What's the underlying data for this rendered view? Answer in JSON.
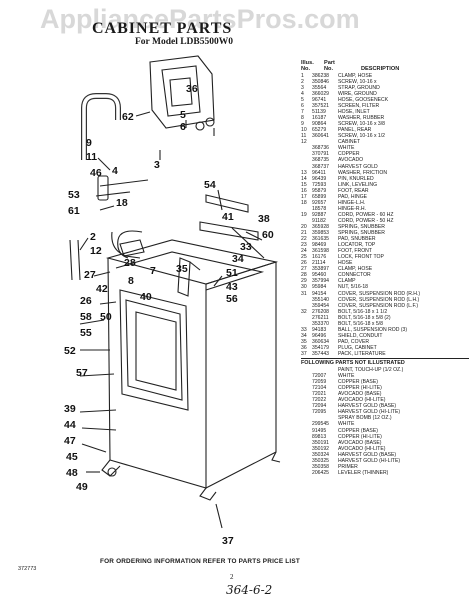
{
  "watermark": "AppliancePartsPros.com",
  "title": "CABINET PARTS",
  "subtitle": "For Model LDB5500W0",
  "table": {
    "header_illus": "Illus.",
    "header_no": "No.",
    "header_part": "Part",
    "header_partno": "No.",
    "header_desc": "DESCRIPTION",
    "rows": [
      [
        "1",
        "386238",
        "CLAMP, HOSE"
      ],
      [
        "2",
        "350846",
        "SCREW, 10-16 x"
      ],
      [
        "3",
        "35564",
        "STRAP, GROUND"
      ],
      [
        "4",
        "366029",
        "WIRE, GROUND"
      ],
      [
        "5",
        "96741",
        "HOSE, GOOSENECK"
      ],
      [
        "6",
        "357521",
        "SCREEN, FILTER"
      ],
      [
        "7",
        "51139",
        "HOSE, INLET"
      ],
      [
        "8",
        "16187",
        "WASHER, RUBBER"
      ],
      [
        "9",
        "90864",
        "SCREW, 10-16 x 3/8"
      ],
      [
        "10",
        "65279",
        "PANEL, REAR"
      ],
      [
        "11",
        "360641",
        "SCREW, 10-16 x 1/2"
      ],
      [
        "12",
        "",
        "CABINET"
      ],
      [
        "",
        "368736",
        "WHITE"
      ],
      [
        "",
        "370791",
        "COPPER"
      ],
      [
        "",
        "368735",
        "AVOCADO"
      ],
      [
        "",
        "368737",
        "HARVEST GOLD"
      ],
      [
        "13",
        "96411",
        "WASHER, FRICTION"
      ],
      [
        "14",
        "96439",
        "PIN, KNURLED"
      ],
      [
        "15",
        "72593",
        "LINK, LEVELING"
      ],
      [
        "16",
        "95879",
        "FOOT, REAR"
      ],
      [
        "17",
        "65899",
        "PAD, HINGE"
      ],
      [
        "18",
        "92657",
        "HINGE-L.H."
      ],
      [
        "",
        "18578",
        "HINGE-R.H."
      ],
      [
        "19",
        "92887",
        "CORD, POWER - 60 HZ"
      ],
      [
        "",
        "91182",
        "CORD, POWER - 50 HZ"
      ],
      [
        "20",
        "365928",
        "SPRING, SNUBBER"
      ],
      [
        "21",
        "359853",
        "SPRING, SNUBBER"
      ],
      [
        "22",
        "361635",
        "PAD, SNUBBER"
      ],
      [
        "23",
        "98469",
        "LOCATOR, TOP"
      ],
      [
        "24",
        "361598",
        "FOOT, FRONT"
      ],
      [
        "25",
        "16176",
        "LOCK, FRONT TOP"
      ],
      [
        "26",
        "21114",
        "HOSE"
      ],
      [
        "27",
        "353897",
        "CLAMP, HOSE"
      ],
      [
        "28",
        "95460",
        "CONNECTOR"
      ],
      [
        "29",
        "357994",
        "CLAMP"
      ],
      [
        "30",
        "95984",
        "NUT, 5/16-18"
      ],
      [
        "31",
        "94154",
        "COVER, SUSPENSION ROD (R.H.)"
      ],
      [
        "",
        "355140",
        "COVER, SUSPENSION ROD (L.H.)"
      ],
      [
        "",
        "359454",
        "COVER, SUSPENSION ROD (L.F.)"
      ],
      [
        "32",
        "276208",
        "BOLT, 5/16-18 x 1 1/2"
      ],
      [
        "",
        "276211",
        "BOLT, 5/16-18 x 5/8 (2)"
      ],
      [
        "",
        "353370",
        "BOLT, 5/16-18 x 5/8"
      ],
      [
        "33",
        "94183",
        "BALL, SUSPENSION ROD (3)"
      ],
      [
        "34",
        "96496",
        "SHIELD, CONDUIT"
      ],
      [
        "35",
        "360634",
        "PAD, COVER"
      ],
      [
        "36",
        "354179",
        "PLUG, CABINET"
      ],
      [
        "37",
        "357443",
        "PACK, LITERATURE"
      ]
    ],
    "not_illustrated_heading": "FOLLOWING PARTS NOT ILLUSTRATED",
    "not_illustrated": [
      [
        "",
        "",
        "PAINT, TOUCH-UP (1/2 OZ.)"
      ],
      [
        "",
        "72007",
        "WHITE"
      ],
      [
        "",
        "72059",
        "COPPER (BASE)"
      ],
      [
        "",
        "72104",
        "COPPER (HI-LITE)"
      ],
      [
        "",
        "72021",
        "AVOCADO (BASE)"
      ],
      [
        "",
        "72022",
        "AVOCADO (HI-LITE)"
      ],
      [
        "",
        "72094",
        "HARVEST GOLD (BASE)"
      ],
      [
        "",
        "72095",
        "HARVEST GOLD (HI-LITE)"
      ],
      [
        "",
        "",
        "SPRAY BOMB (12 OZ.)"
      ],
      [
        "",
        "299545",
        "WHITE"
      ],
      [
        "",
        "91495",
        "COPPER (BASE)"
      ],
      [
        "",
        "89813",
        "COPPER (HI-LITE)"
      ],
      [
        "",
        "350191",
        "AVOCADO (BASE)"
      ],
      [
        "",
        "350192",
        "AVOCADO (HI-LITE)"
      ],
      [
        "",
        "350324",
        "HARVEST GOLD (BASE)"
      ],
      [
        "",
        "350325",
        "HARVEST GOLD (HI-LITE)"
      ],
      [
        "",
        "350358",
        "PRIMER"
      ],
      [
        "",
        "206425",
        "LEVELER (THINNER)"
      ]
    ]
  },
  "footer": "FOR ORDERING INFORMATION REFER TO PARTS PRICE LIST",
  "page_number": "2",
  "code": "372773",
  "handwritten": "364-6-2",
  "callouts": [
    "62",
    "5",
    "6",
    "9",
    "11",
    "46",
    "4",
    "3",
    "53",
    "61",
    "18",
    "2",
    "12",
    "27",
    "26",
    "58",
    "55",
    "52",
    "57",
    "39",
    "44",
    "47",
    "45",
    "48",
    "49",
    "36",
    "54",
    "60",
    "41",
    "28",
    "8",
    "7",
    "34",
    "51",
    "43",
    "35",
    "37",
    "56",
    "40",
    "50",
    "42",
    "33",
    "38"
  ]
}
